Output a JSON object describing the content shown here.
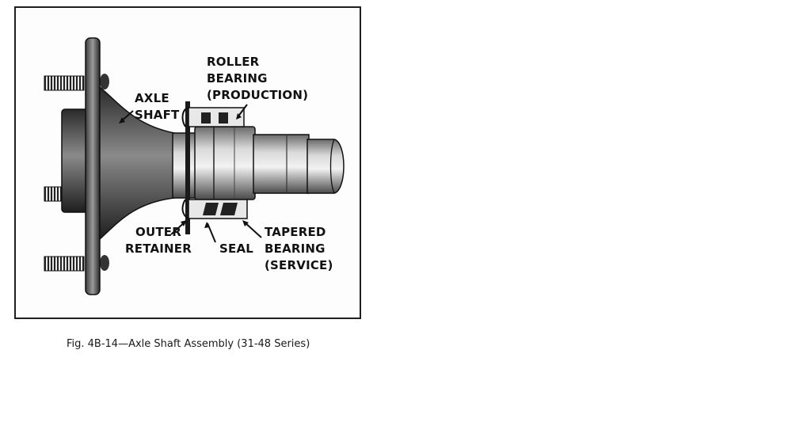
{
  "labels": {
    "roller_bearing": [
      "ROLLER",
      "BEARING",
      "(PRODUCTION)"
    ],
    "axle_shaft": [
      "AXLE",
      "SHAFT"
    ],
    "outer_retainer": [
      "OUTER",
      "RETAINER"
    ],
    "seal": [
      "SEAL"
    ],
    "tapered_bearing": [
      "TAPERED",
      "BEARING",
      "(SERVICE)"
    ]
  },
  "caption": "Fig. 4B-14—Axle Shaft Assembly (31-48 Series)"
}
